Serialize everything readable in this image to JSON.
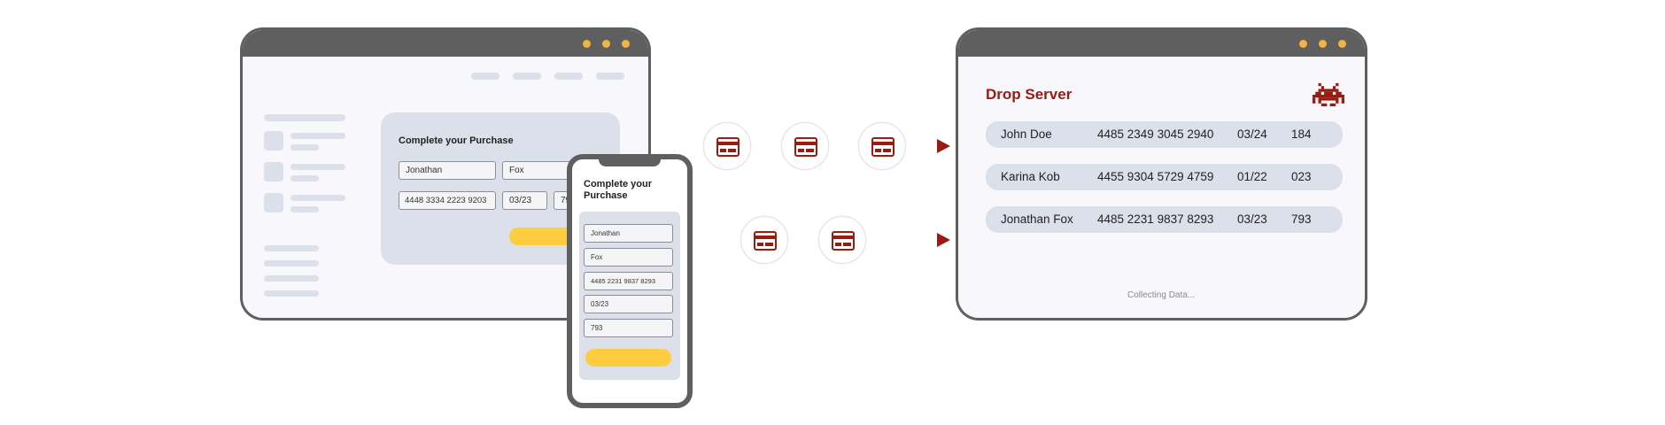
{
  "desktop": {
    "card_title": "Complete your Purchase",
    "fields": {
      "first_name": "Jonathan",
      "last_name": "Fox",
      "card_number": "4448 3334 2223 9203",
      "expiry": "03/23",
      "cvv": "79"
    }
  },
  "mobile": {
    "card_title": "Complete your Purchase",
    "fields": {
      "first_name": "Jonathan",
      "last_name": "Fox",
      "card_number": "4485 2231 9837 8293",
      "expiry": "03/23",
      "cvv": "793"
    }
  },
  "server": {
    "title": "Drop Server",
    "icon": "space-invader-icon",
    "rows": [
      {
        "name": "John Doe",
        "card": "4485 2349 3045 2940",
        "expiry": "03/24",
        "cvv": "184"
      },
      {
        "name": "Karina Kob",
        "card": "4455 9304 5729 4759",
        "expiry": "01/22",
        "cvv": "023"
      },
      {
        "name": "Jonathan Fox",
        "card": "4485 2231 9837 8293",
        "expiry": "03/23",
        "cvv": "793"
      }
    ],
    "status": "Collecting Data..."
  },
  "colors": {
    "accent_red": "#9a1b10",
    "window_frame": "#5f5f5f",
    "dot_yellow": "#f4b43d",
    "button_yellow": "#fbcd3f",
    "placeholder_gray": "#dce0ea"
  }
}
